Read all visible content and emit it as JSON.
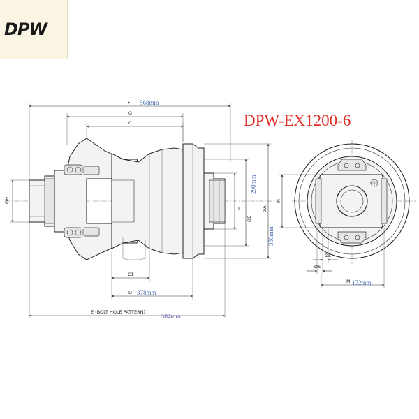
{
  "brand": {
    "logo_text": "DPW",
    "logo_bg": "#fbf6e4"
  },
  "title": {
    "model": "DPW-EX1200-6",
    "color": "#e0302a"
  },
  "dimensions": {
    "F": {
      "label": "F",
      "value": "568mm"
    },
    "G": {
      "label": "G"
    },
    "C": {
      "label": "C"
    },
    "H": {
      "label": "ØH"
    },
    "B": {
      "label": "ØB",
      "value": "290mm"
    },
    "A": {
      "label": "ØA",
      "value": "350mm"
    },
    "T": {
      "label": "T"
    },
    "C1": {
      "label": "C1"
    },
    "D": {
      "label": "D",
      "value": "378mm"
    },
    "E": {
      "label": "E (BOLT HOLE PATTERN)",
      "value": "504mm"
    },
    "N": {
      "label": "N"
    },
    "L": {
      "label": "ØL"
    },
    "S": {
      "label": "ØS"
    },
    "M": {
      "label": "M",
      "value": "172mm"
    }
  },
  "colors": {
    "value_blue": "#4a6db5",
    "value_purple": "#6b4fa8",
    "line": "#333333"
  }
}
